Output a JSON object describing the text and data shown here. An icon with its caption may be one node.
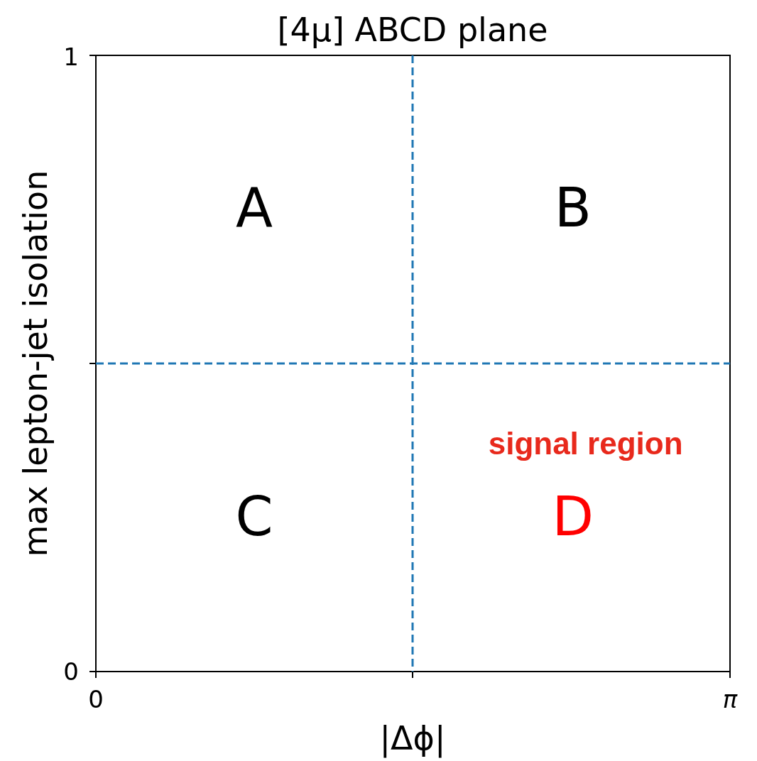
{
  "diagram": {
    "title": "[4μ] ABCD plane",
    "nodes": [
      {
        "text": [
          "A"
        ]
      },
      {
        "text": [
          "B"
        ]
      },
      {
        "text": [
          "C"
        ]
      },
      {
        "text": [
          "signal region",
          "D"
        ]
      }
    ],
    "labels": [
      "1",
      "0",
      "0",
      "π",
      "|Δϕ|",
      "max lepton-jet isolation"
    ]
  }
}
